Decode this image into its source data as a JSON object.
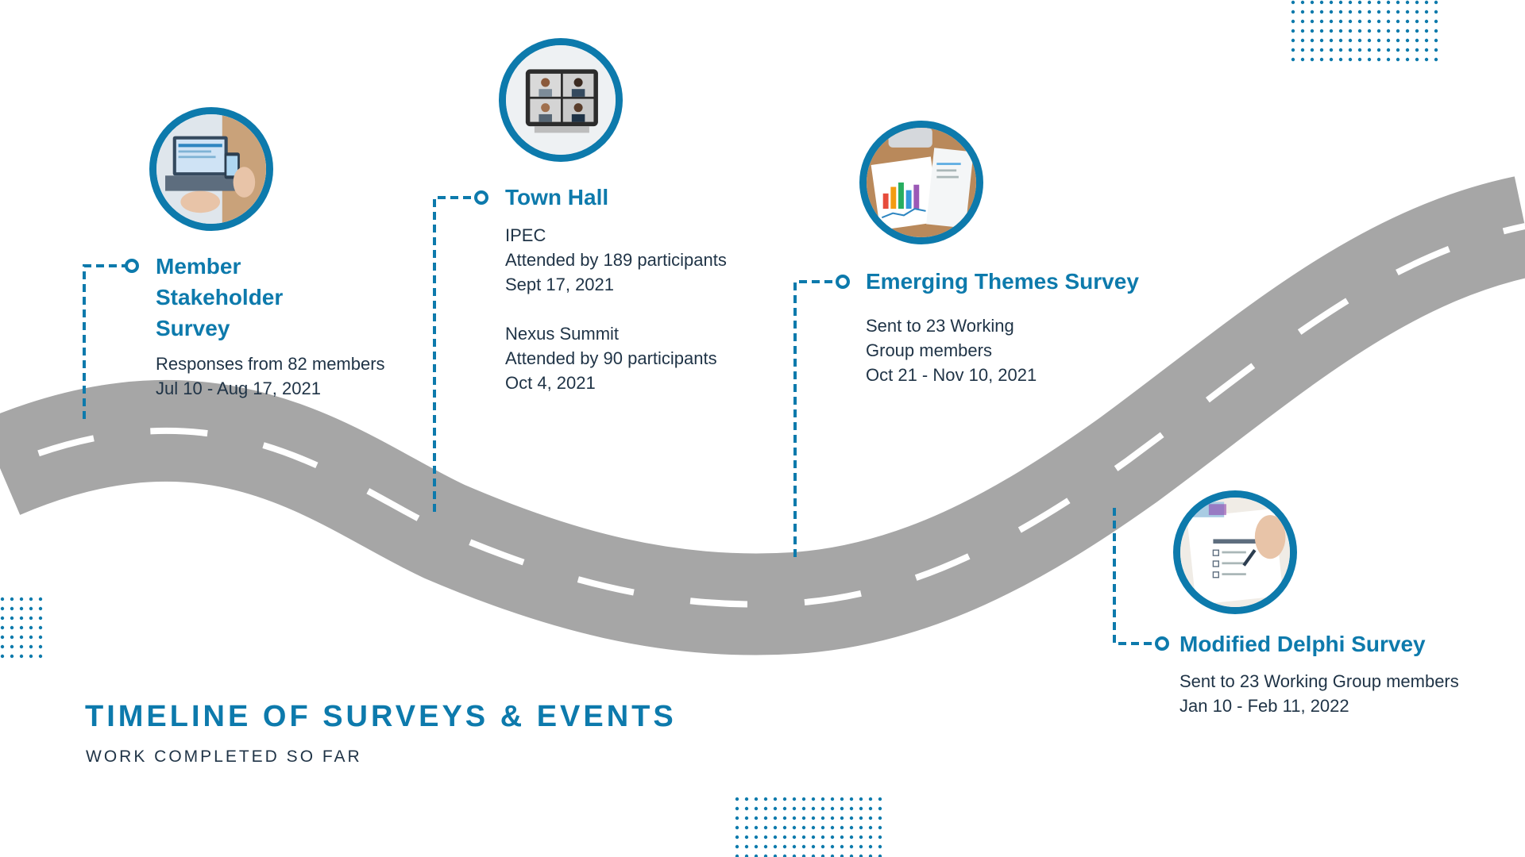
{
  "title": "TIMELINE OF SURVEYS & EVENTS",
  "subtitle": "WORK COMPLETED SO FAR",
  "colors": {
    "accent": "#0d7aac",
    "road": "#a6a6a6",
    "road_marking": "#ffffff",
    "text": "#1f3346"
  },
  "events": [
    {
      "title_lines": [
        "Member",
        "Stakeholder",
        "Survey"
      ],
      "details": [
        "Responses from 82 members",
        "Jul 10 - Aug 17, 2021"
      ],
      "icon": "laptop-survey-photo-icon"
    },
    {
      "title": "Town Hall",
      "sessions": [
        {
          "name": "IPEC",
          "attendance": "Attended by 189 participants",
          "date": "Sept 17, 2021"
        },
        {
          "name": "Nexus Summit",
          "attendance": "Attended by 90 participants",
          "date": "Oct 4, 2021"
        }
      ],
      "icon": "video-conference-photo-icon"
    },
    {
      "title": "Emerging Themes Survey",
      "details": [
        "Sent to 23 Working",
        "Group members",
        "Oct 21 - Nov 10, 2021"
      ],
      "icon": "charts-report-photo-icon"
    },
    {
      "title": "Modified Delphi Survey",
      "details": [
        "Sent to 23 Working Group members",
        "Jan 10 - Feb 11, 2022"
      ],
      "icon": "evaluation-form-photo-icon"
    }
  ]
}
